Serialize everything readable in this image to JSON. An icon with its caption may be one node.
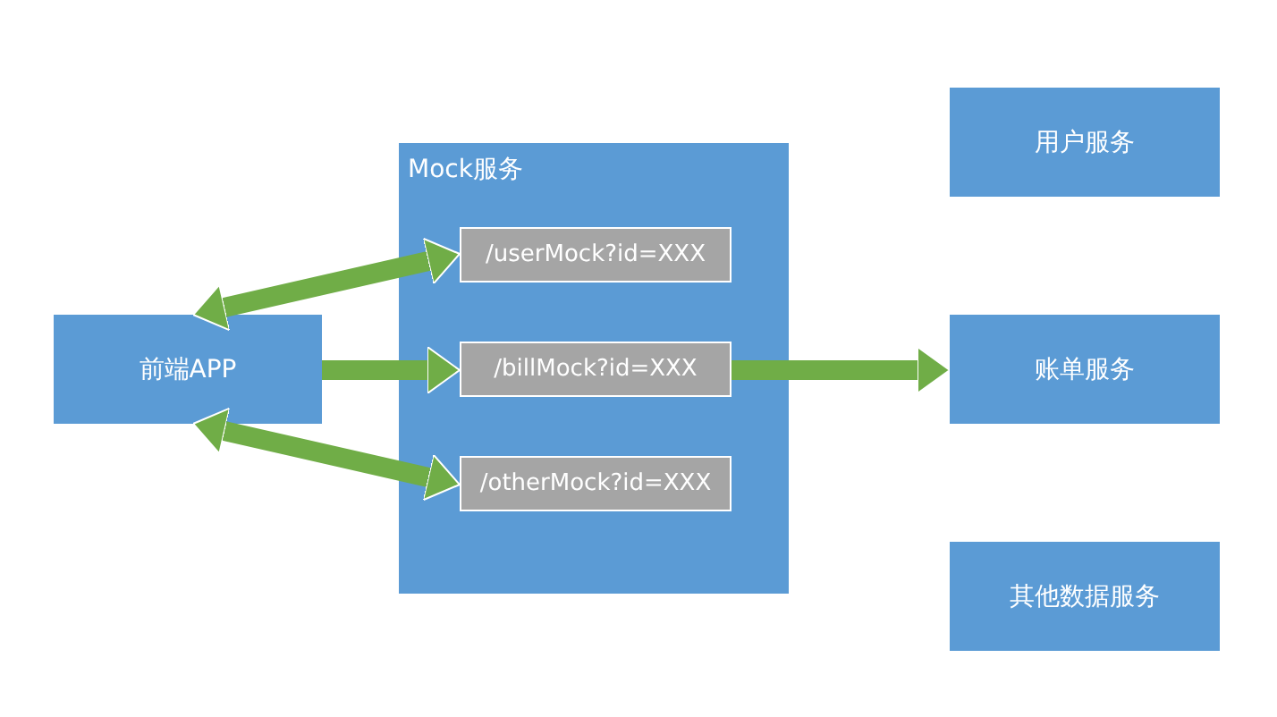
{
  "diagram": {
    "nodes": [
      {
        "text": [
          "Mock服务"
        ]
      },
      {
        "text": [
          "/userMock?id=XXX"
        ],
        "in": 0
      },
      {
        "text": [
          "前端APP"
        ]
      },
      {
        "text": [
          "/billMock?id=XXX"
        ],
        "in": 0
      },
      {
        "text": [
          "/otherMock?id=XXX"
        ],
        "in": 0
      },
      {
        "text": [
          "用户服务"
        ]
      },
      {
        "text": [
          "账单服务"
        ]
      },
      {
        "text": [
          "其他数据服务"
        ]
      }
    ],
    "edges": [
      {
        "from": 2,
        "to": 1,
        "arrow": "both"
      },
      {
        "from": 2,
        "to": 3,
        "arrow": "to"
      },
      {
        "from": 2,
        "to": 4,
        "arrow": "both"
      },
      {
        "from": 3,
        "to": 6,
        "arrow": "to"
      }
    ]
  }
}
